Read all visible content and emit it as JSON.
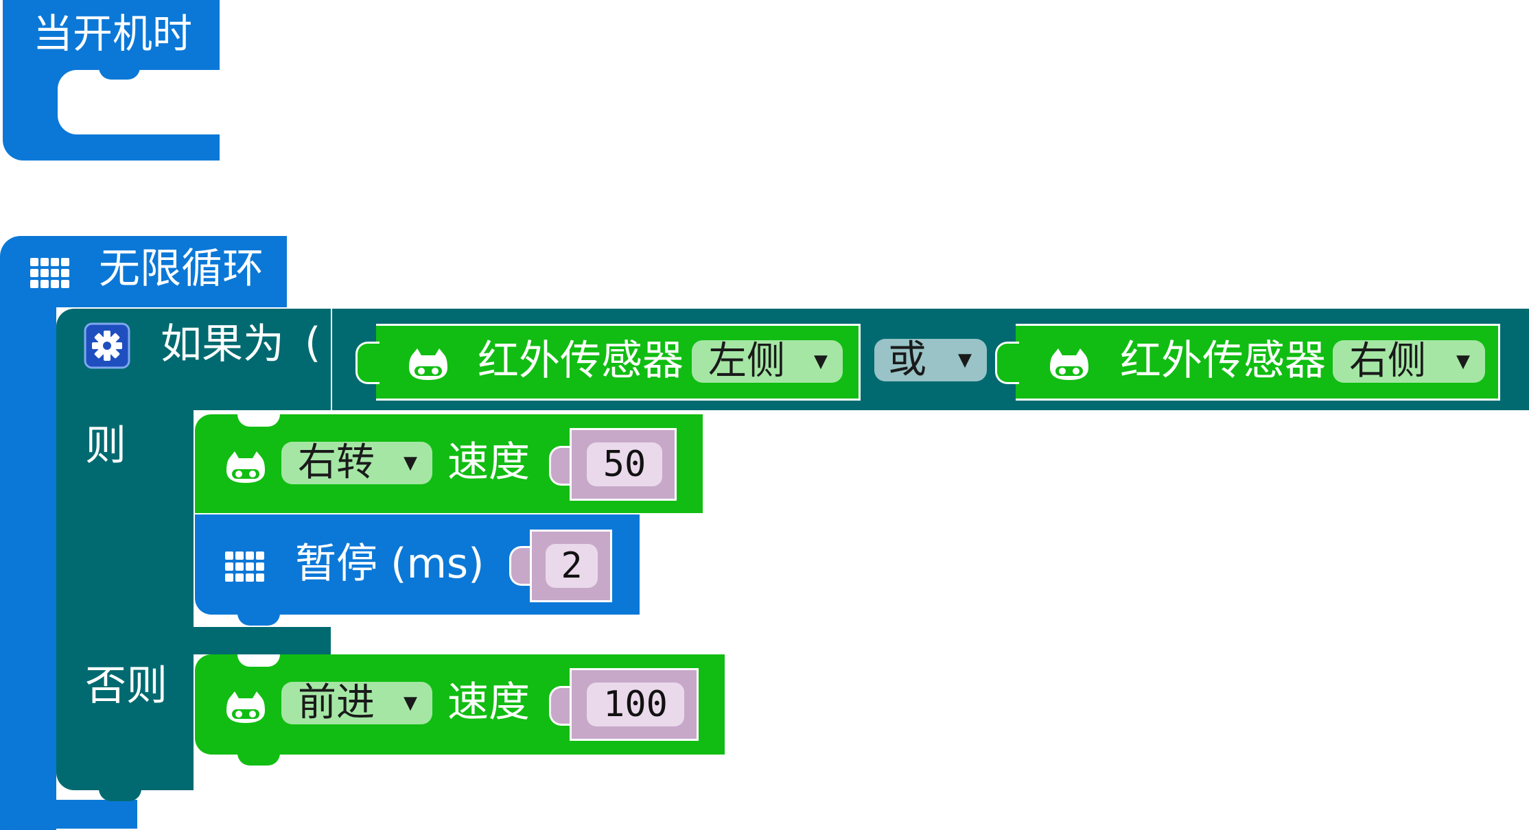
{
  "on_start": {
    "label": "当开机时"
  },
  "forever": {
    "label": "无限循环"
  },
  "if_block": {
    "if_label": "如果为",
    "paren": "(",
    "then_label": "则",
    "else_label": "否则"
  },
  "condition": {
    "left_sensor_label": "红外传感器",
    "left_side": "左侧",
    "operator": "或",
    "right_sensor_label": "红外传感器",
    "right_side": "右侧"
  },
  "then_blocks": {
    "turn_direction": "右转",
    "turn_speed_label": "速度",
    "turn_speed_value": "50",
    "pause_label": "暂停 (ms)",
    "pause_value": "2"
  },
  "else_blocks": {
    "move_direction": "前进",
    "move_speed_label": "速度",
    "move_speed_value": "100"
  },
  "icons": {
    "robot": "cat-robot-icon",
    "grid": "grid-icon",
    "gear": "gear-icon",
    "dropdown": "▼"
  },
  "colors": {
    "basic_blue": "#0b78d7",
    "logic_teal": "#006a70",
    "robot_green": "#11bd12",
    "number_purple": "#c7a8c9"
  }
}
